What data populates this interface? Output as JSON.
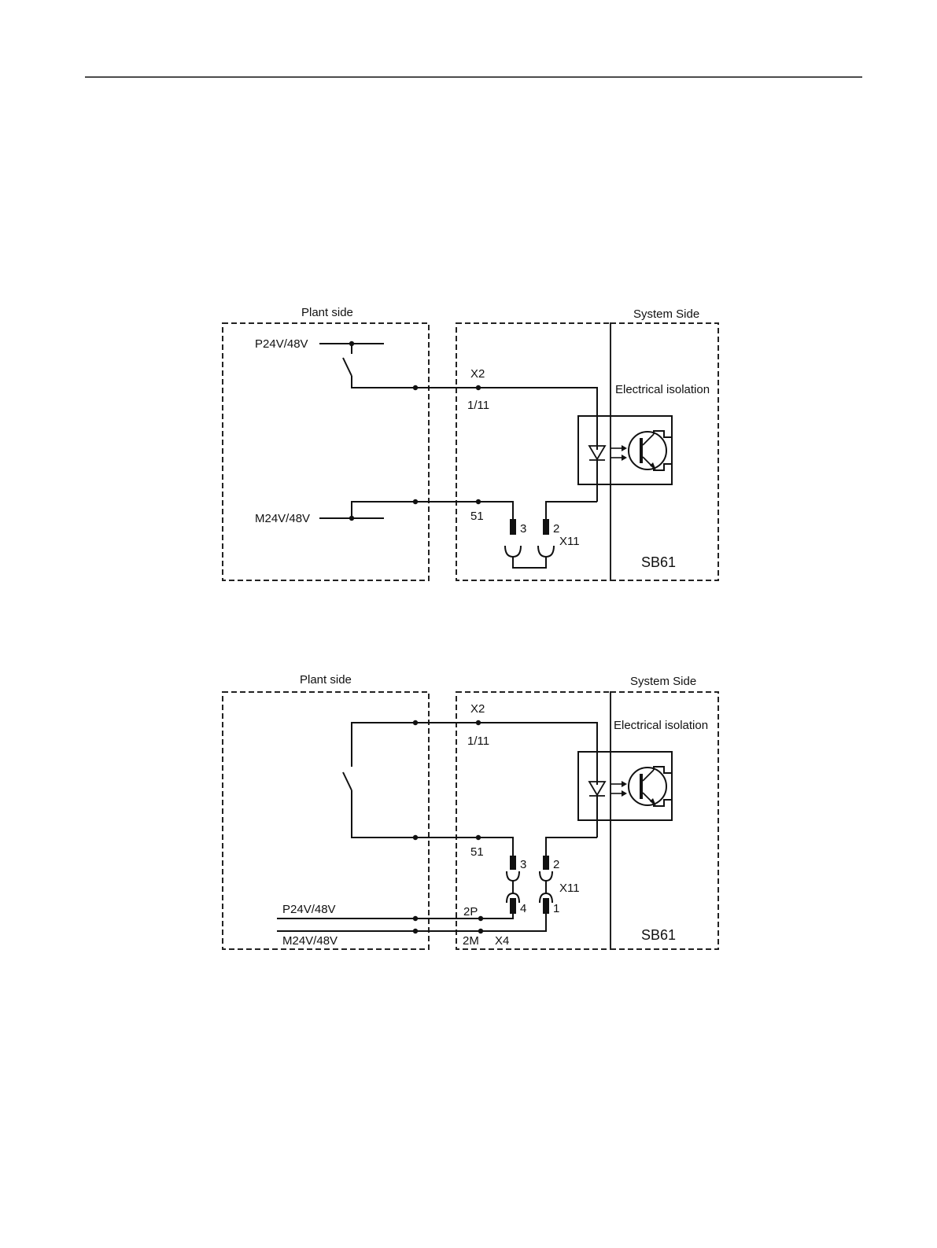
{
  "diagram1": {
    "plant_side": "Plant side",
    "system_side": "System Side",
    "p_supply": "P24V/48V",
    "m_supply": "M24V/48V",
    "x2": "X2",
    "pin_1_11": "1/11",
    "pin_51": "51",
    "pin_3": "3",
    "pin_2": "2",
    "x11": "X11",
    "isolation": "Electrical isolation",
    "module": "SB61"
  },
  "diagram2": {
    "plant_side": "Plant side",
    "system_side": "System Side",
    "x2": "X2",
    "pin_1_11": "1/11",
    "pin_51": "51",
    "pin_3": "3",
    "pin_2": "2",
    "x11": "X11",
    "pin_4": "4",
    "pin_1": "1",
    "p_supply": "P24V/48V",
    "m_supply": "M24V/48V",
    "pin_2p": "2P",
    "pin_2m": "2M",
    "x4": "X4",
    "isolation": "Electrical isolation",
    "module": "SB61"
  }
}
